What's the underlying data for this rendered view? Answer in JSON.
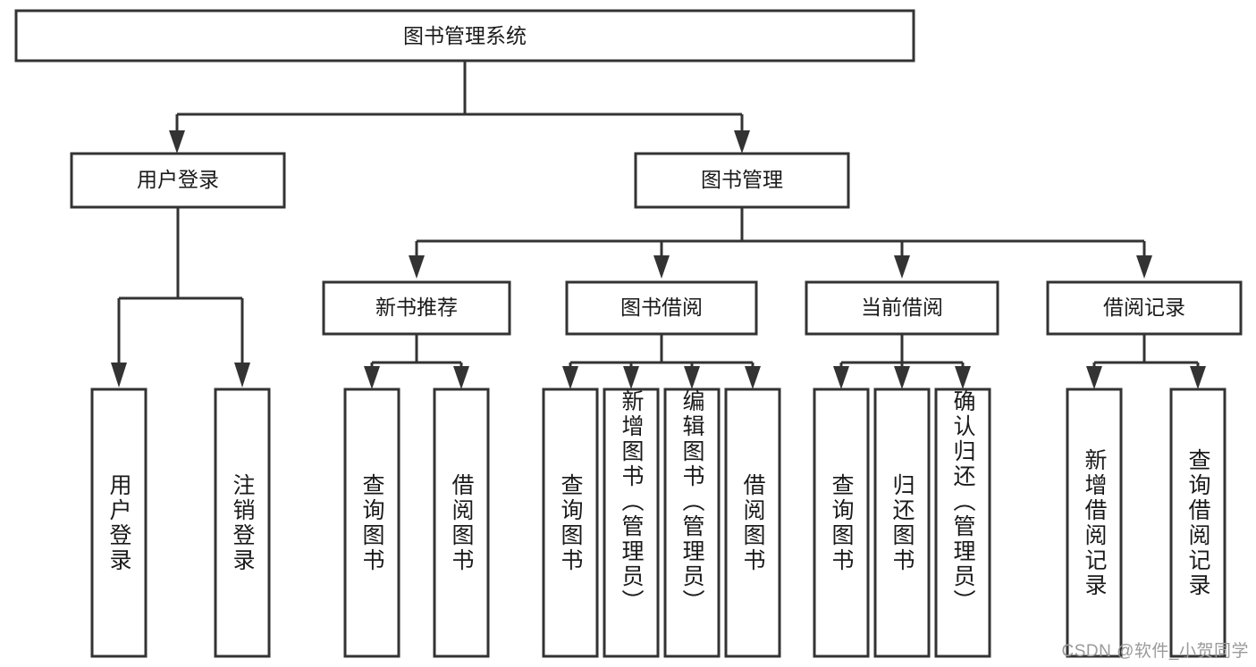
{
  "diagram": {
    "title": "图书管理系统",
    "watermark": "CSDN @软件_小贺同学",
    "colors": {
      "stroke": "#333333",
      "fill": "#ffffff",
      "text": "#1a1a1a",
      "watermark": "#9a9a9a"
    },
    "levels": {
      "root": {
        "label": "图书管理系统"
      },
      "level2": [
        {
          "label": "用户登录"
        },
        {
          "label": "图书管理"
        }
      ],
      "level3": [
        {
          "label": "新书推荐"
        },
        {
          "label": "图书借阅"
        },
        {
          "label": "当前借阅"
        },
        {
          "label": "借阅记录"
        }
      ],
      "leaves": [
        {
          "label": "用户登录",
          "parent": "用户登录"
        },
        {
          "label": "注销登录",
          "parent": "用户登录"
        },
        {
          "label": "查询图书",
          "parent": "新书推荐"
        },
        {
          "label": "借阅图书",
          "parent": "新书推荐"
        },
        {
          "label": "查询图书",
          "parent": "图书借阅"
        },
        {
          "label": "新增图书（管理员）",
          "parent": "图书借阅"
        },
        {
          "label": "编辑图书（管理员）",
          "parent": "图书借阅"
        },
        {
          "label": "借阅图书",
          "parent": "图书借阅"
        },
        {
          "label": "查询图书",
          "parent": "当前借阅"
        },
        {
          "label": "归还图书",
          "parent": "当前借阅"
        },
        {
          "label": "确认归还（管理员）",
          "parent": "当前借阅"
        },
        {
          "label": "新增借阅记录",
          "parent": "借阅记录"
        },
        {
          "label": "查询借阅记录",
          "parent": "借阅记录"
        }
      ]
    }
  }
}
